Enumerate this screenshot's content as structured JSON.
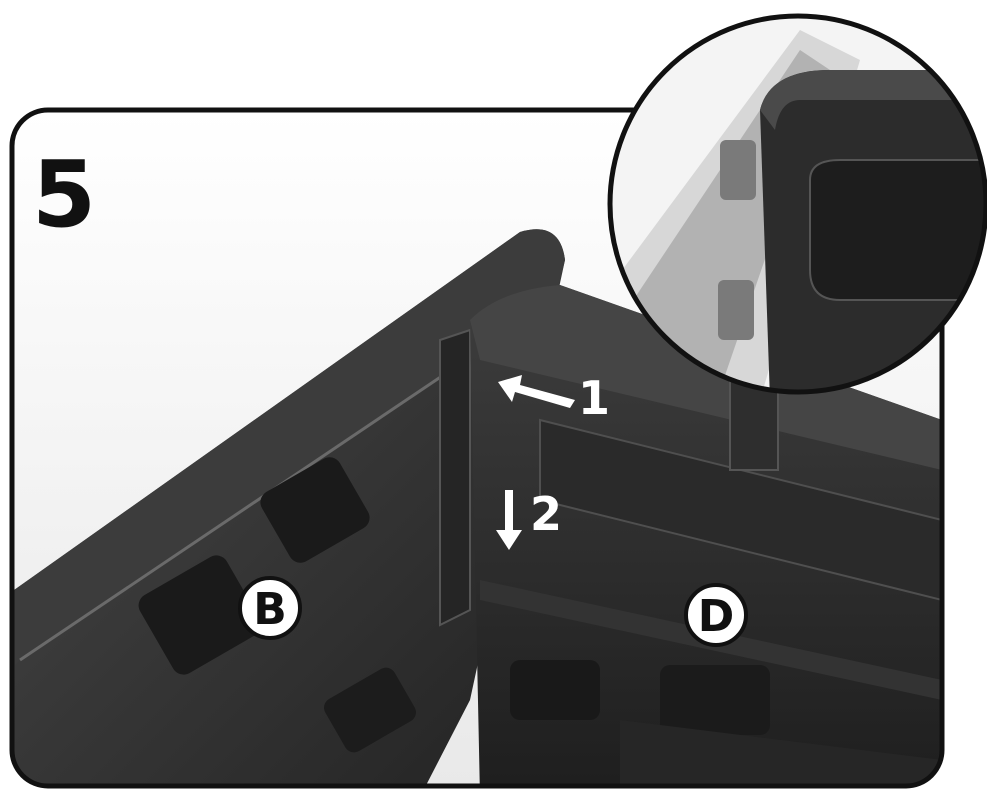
{
  "step": {
    "number": "5"
  },
  "arrows": [
    {
      "label": "1",
      "direction": "up-left"
    },
    {
      "label": "2",
      "direction": "down"
    }
  ],
  "parts": [
    {
      "label": "B"
    },
    {
      "label": "D"
    }
  ],
  "colors": {
    "frame": "#111111",
    "part_dark": "#2b2b2b",
    "part_mid": "#3a3a3a",
    "part_edge": "#5a5a5a",
    "background_top": "#f2f2f2",
    "label_circle": "#ffffff"
  }
}
